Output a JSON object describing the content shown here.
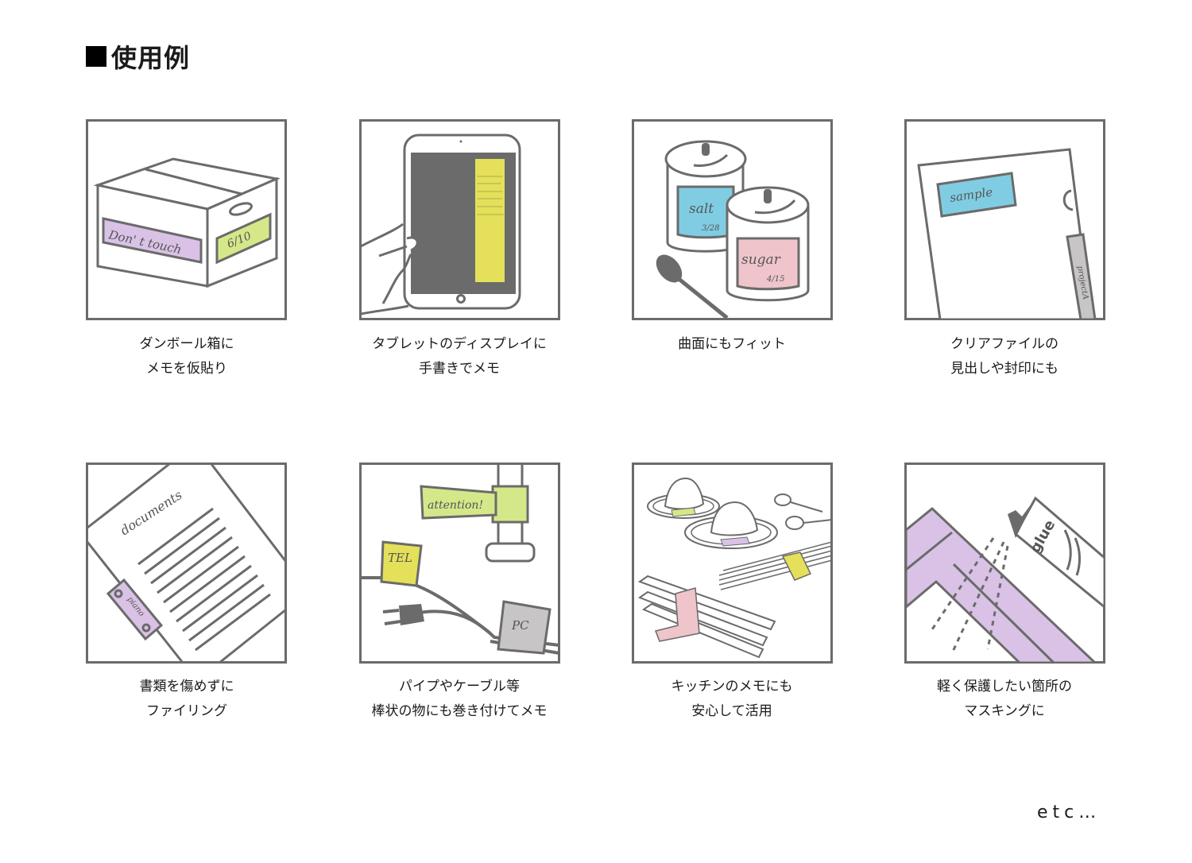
{
  "heading": "使用例",
  "colors": {
    "stroke": "#6b6b6b",
    "lavender": "#d9c2e6",
    "lime": "#d4e88a",
    "yellow": "#e4e05a",
    "sky": "#80cde3",
    "pink": "#efc4cb",
    "grey_tape": "#c7c5c5",
    "screen": "#6b6b6b"
  },
  "items": [
    {
      "icon": "cardboard-box-icon",
      "labels": [
        "Don' t touch",
        "6/10"
      ],
      "caption": [
        "ダンボール箱に",
        "メモを仮貼り"
      ]
    },
    {
      "icon": "tablet-icon",
      "labels": [],
      "caption": [
        "タブレットのディスプレイに",
        "手書きでメモ"
      ]
    },
    {
      "icon": "canisters-icon",
      "labels": [
        "salt",
        "3/28",
        "sugar",
        "4/15"
      ],
      "caption": [
        "曲面にもフィット",
        ""
      ]
    },
    {
      "icon": "clear-file-icon",
      "labels": [
        "sample",
        "projectA"
      ],
      "caption": [
        "クリアファイルの",
        "見出しや封印にも"
      ]
    },
    {
      "icon": "documents-icon",
      "labels": [
        "documents",
        "piano"
      ],
      "caption": [
        "書類を傷めずに",
        "ファイリング"
      ]
    },
    {
      "icon": "cables-icon",
      "labels": [
        "attention!",
        "TEL",
        "PC"
      ],
      "caption": [
        "パイプやケーブル等",
        "棒状の物にも巻き付けてメモ"
      ]
    },
    {
      "icon": "kitchen-icon",
      "labels": [],
      "caption": [
        "キッチンのメモにも",
        "安心して活用"
      ]
    },
    {
      "icon": "masking-icon",
      "labels": [
        "glue"
      ],
      "caption": [
        "軽く保護したい箇所の",
        "マスキングに"
      ]
    }
  ],
  "footer": "etc…"
}
